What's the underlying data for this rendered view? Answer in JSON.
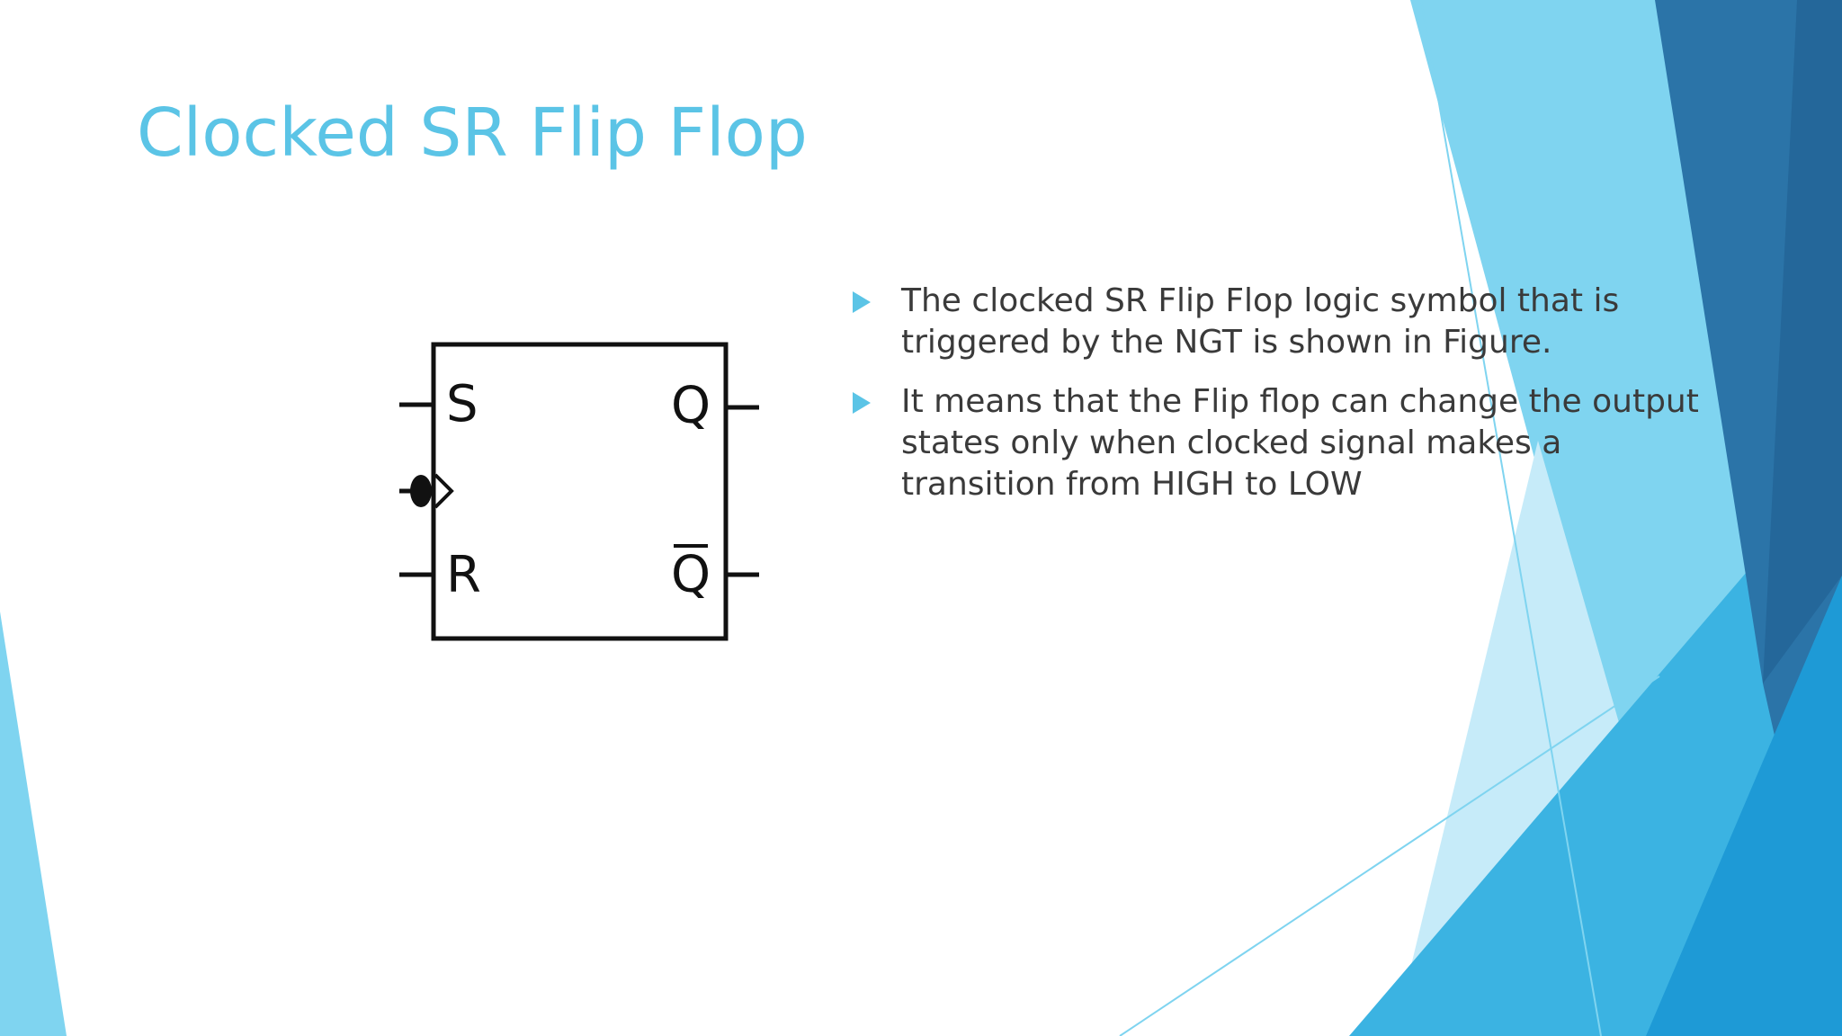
{
  "slide": {
    "title": "Clocked SR Flip Flop",
    "accent_color": "#5bc4e6"
  },
  "figure": {
    "inputs": {
      "s": "S",
      "r": "R"
    },
    "outputs": {
      "q": "Q",
      "q_bar": "Q"
    },
    "clock": "negative-edge clock input"
  },
  "bullets": [
    {
      "text": "The clocked SR Flip Flop logic symbol that is triggered by the NGT is shown in Figure."
    },
    {
      "text": "It means that the Flip flop can change the output states only when clocked signal makes a transition from HIGH to LOW"
    }
  ]
}
